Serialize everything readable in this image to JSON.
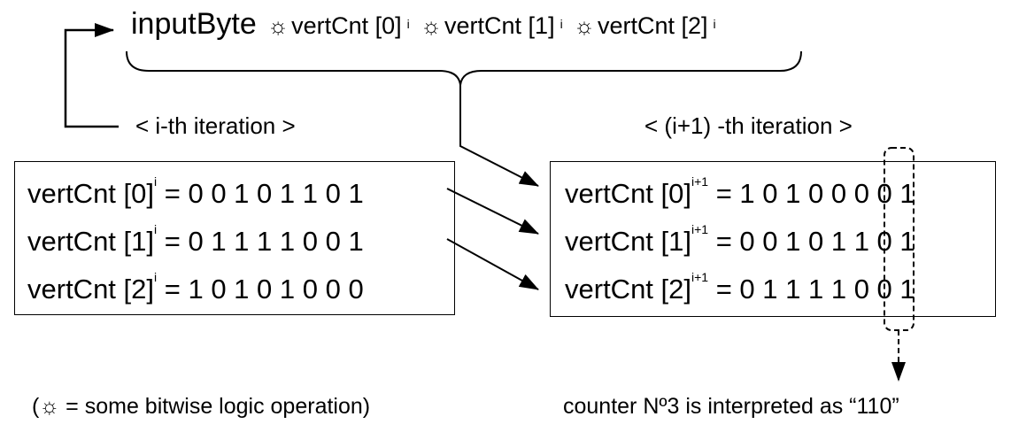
{
  "formula": {
    "input": "inputByte",
    "op_symbol": "☼",
    "terms": [
      "vertCnt [0]",
      "vertCnt [1]",
      "vertCnt [2]"
    ],
    "superscript": "i"
  },
  "iterations": {
    "current_label": "< i-th iteration >",
    "next_label": "< (i+1) -th iteration >"
  },
  "left_box": {
    "rows": [
      {
        "name": "vertCnt [0]",
        "sup": "i",
        "eq": " = ",
        "bits": "0 0 1 0 1 1 0 1"
      },
      {
        "name": "vertCnt [1]",
        "sup": "i",
        "eq": " = ",
        "bits": "0 1 1 1 1 0 0 1"
      },
      {
        "name": "vertCnt [2]",
        "sup": "i",
        "eq": " = ",
        "bits": "1 0 1 0 1 0 0 0"
      }
    ]
  },
  "right_box": {
    "rows": [
      {
        "name": "vertCnt [0]",
        "sup": "i+1",
        "eq": " = ",
        "bits": "1 0 1 0 0 0 0 1"
      },
      {
        "name": "vertCnt [1]",
        "sup": "i+1",
        "eq": " = ",
        "bits": "0 0 1 0 1 1 0 1"
      },
      {
        "name": "vertCnt [2]",
        "sup": "i+1",
        "eq": " = ",
        "bits": "0 1 1 1 1 0 0 1"
      }
    ]
  },
  "legend": "(☼ = some bitwise logic operation)",
  "interpretation": "counter Nº3 is interpreted as “110”"
}
